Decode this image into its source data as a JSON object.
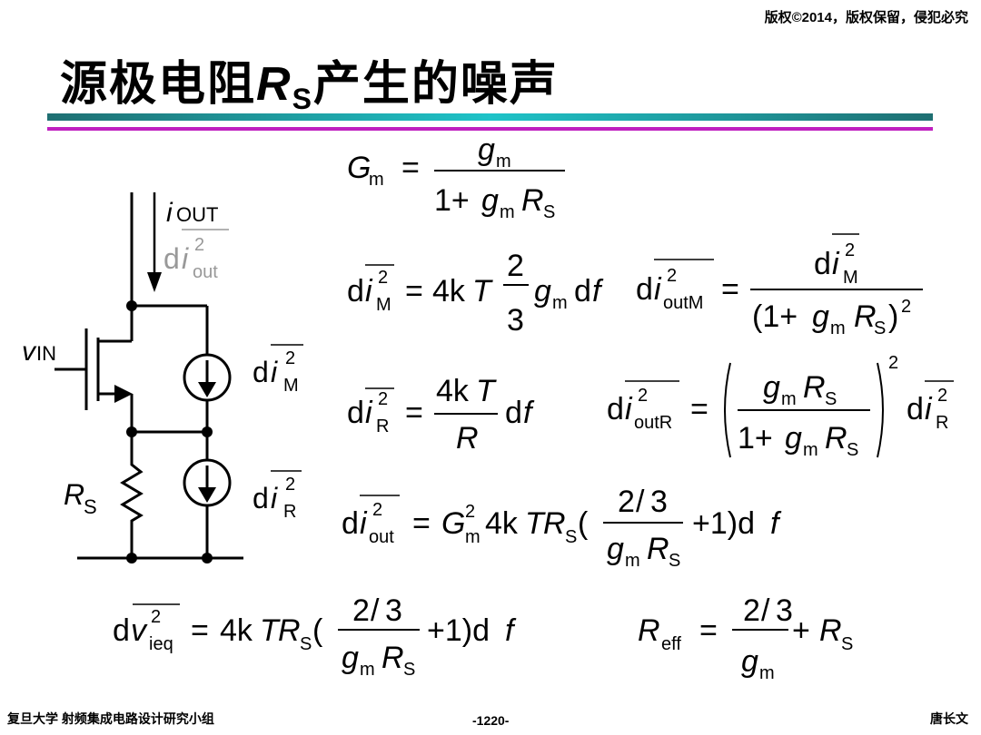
{
  "header": {
    "copyright": "版权©2014，版权保留，侵犯必究",
    "title_prefix": "源极电阻",
    "title_var": "R",
    "title_sub": "S",
    "title_suffix": "产生的噪声"
  },
  "colors": {
    "bar_dark": "#1f6f72",
    "bar_light": "#1ec3c8",
    "bar_magenta": "#c020c0",
    "label_gray": "#999999"
  },
  "circuit": {
    "vin": "v",
    "vin_sub": "IN",
    "iout": "i",
    "iout_sub": "OUT",
    "dout": "d",
    "dout_i": "i",
    "dout_sup": "2",
    "dout_sub": "out",
    "rs": "R",
    "rs_sub": "S",
    "dm": "d",
    "dm_i": "i",
    "dm_sup": "2",
    "dm_sub": "M",
    "dr": "d",
    "dr_i": "i",
    "dr_sup": "2",
    "dr_sub": "R"
  },
  "footer": {
    "left": "复旦大学   射频集成电路设计研究小组",
    "center": "-1220-",
    "right": "唐长文"
  }
}
